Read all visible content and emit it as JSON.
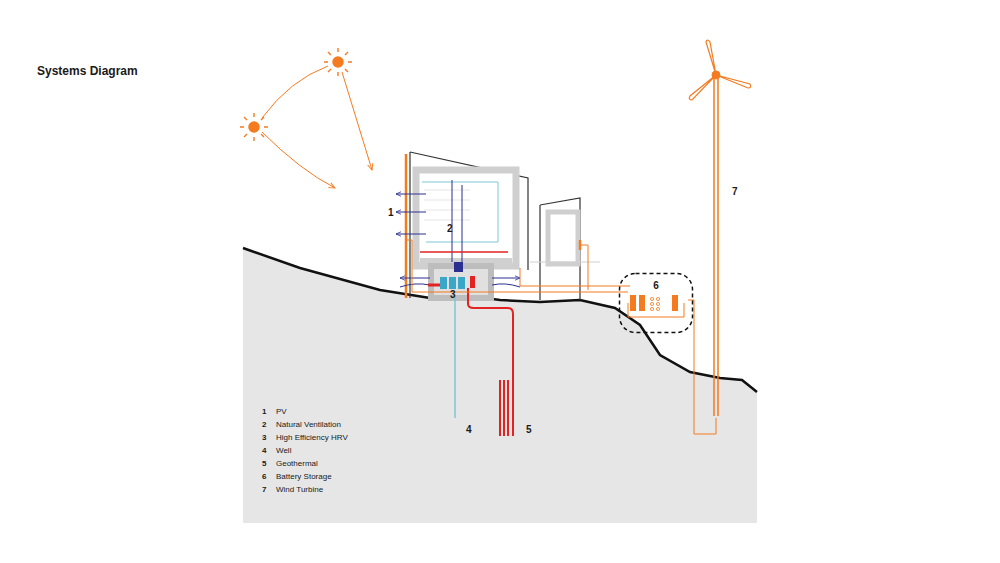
{
  "diagram": {
    "title": "Systems Diagram",
    "nodes": [
      {
        "text": [
          "6"
        ]
      }
    ],
    "labels": [
      "1",
      "2",
      "3",
      "4",
      "5",
      "7",
      "1",
      "PV",
      "2",
      "Natural Ventilation",
      "3",
      "High Efficiency HRV",
      "4",
      "Well",
      "5",
      "Geothermal",
      "6",
      "Battery Storage",
      "7",
      "Wind Turbine"
    ]
  }
}
